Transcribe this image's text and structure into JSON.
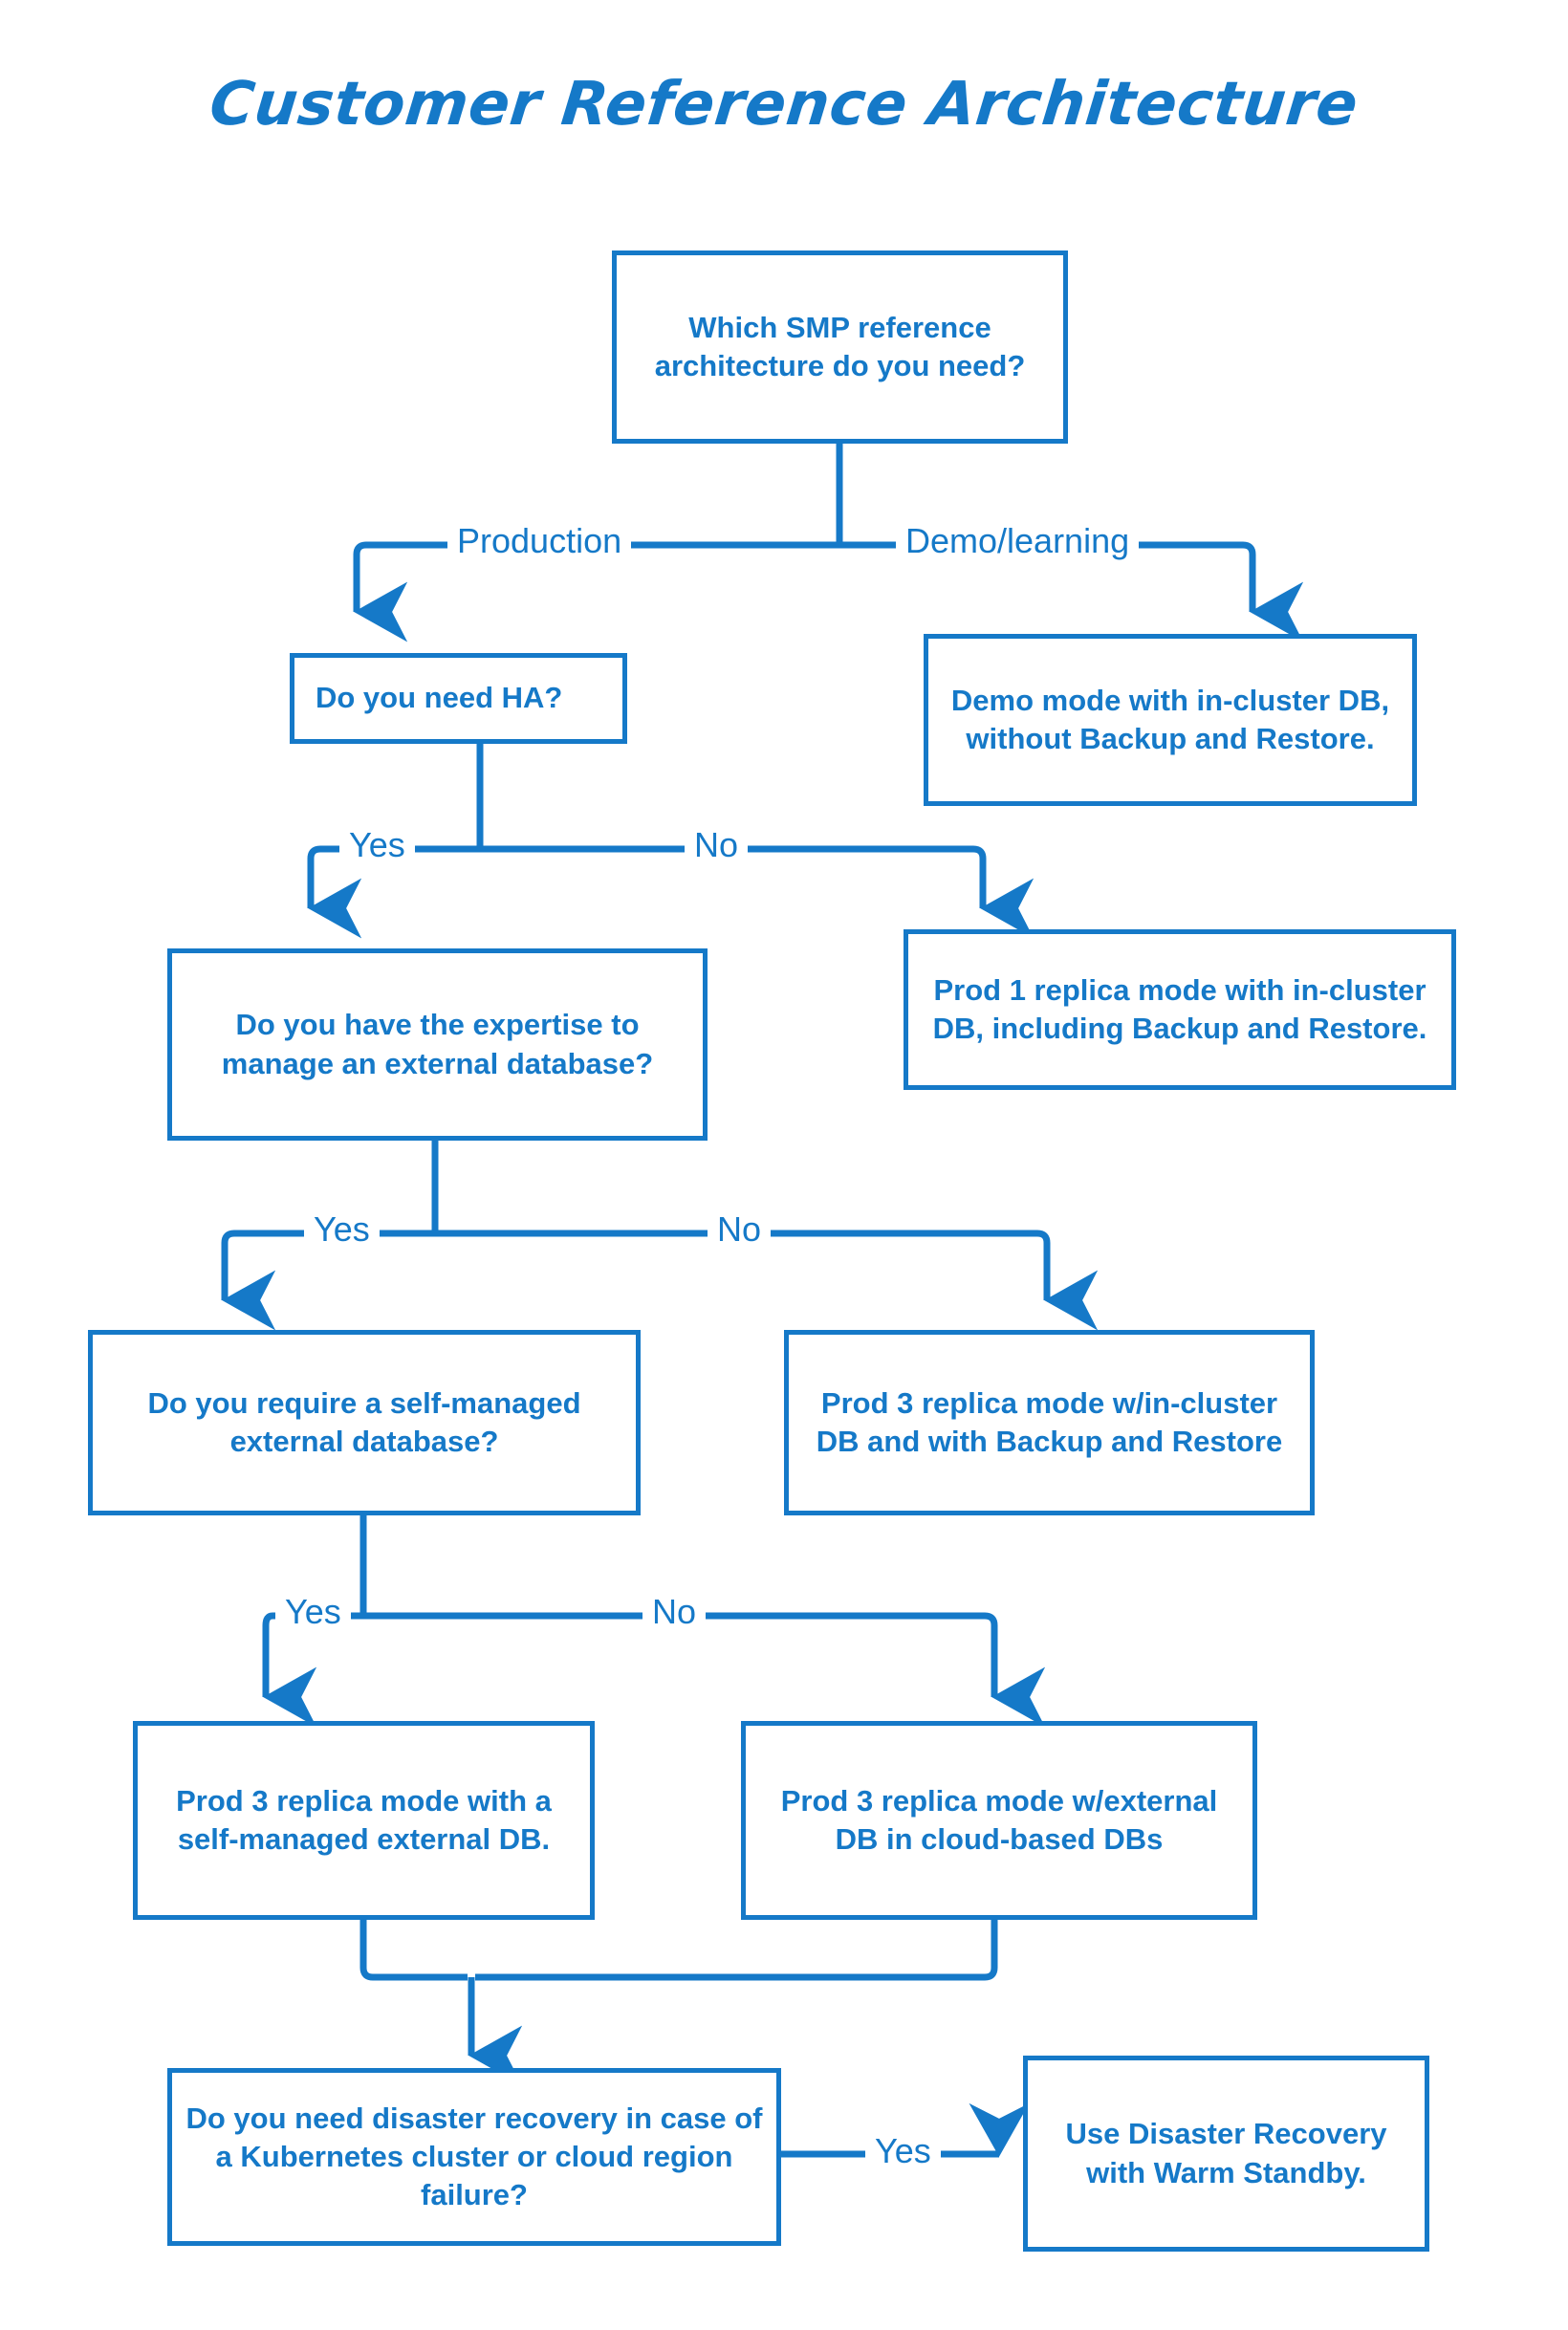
{
  "title": "Customer Reference Architecture",
  "colors": {
    "accent": "#1579C8",
    "background": "#ffffff"
  },
  "chart_data": {
    "type": "diagram",
    "diagram_type": "flowchart",
    "title": "Customer Reference Architecture",
    "nodes": [
      {
        "id": "q1",
        "kind": "decision",
        "label": "Which SMP reference architecture do you need?"
      },
      {
        "id": "demo",
        "kind": "outcome",
        "label": "Demo mode with in-cluster DB, without Backup and Restore."
      },
      {
        "id": "q2",
        "kind": "decision",
        "label": "Do you need HA?"
      },
      {
        "id": "prod1",
        "kind": "outcome",
        "label": "Prod 1 replica mode with in-cluster DB, including Backup and Restore."
      },
      {
        "id": "q3",
        "kind": "decision",
        "label": "Do you have the expertise to manage an external database?"
      },
      {
        "id": "prod3incluster",
        "kind": "outcome",
        "label": "Prod 3 replica mode w/in-cluster DB and with Backup and Restore"
      },
      {
        "id": "q4",
        "kind": "decision",
        "label": "Do you require a self-managed external database?"
      },
      {
        "id": "prod3self",
        "kind": "outcome",
        "label": "Prod 3 replica mode with a self-managed external DB."
      },
      {
        "id": "prod3cloud",
        "kind": "outcome",
        "label": "Prod 3 replica mode w/external DB in cloud-based DBs"
      },
      {
        "id": "q5",
        "kind": "decision",
        "label": "Do you need disaster recovery in case of a Kubernetes cluster or cloud region failure?"
      },
      {
        "id": "dr",
        "kind": "outcome",
        "label": "Use Disaster Recovery with Warm Standby."
      }
    ],
    "edges": [
      {
        "from": "q1",
        "to": "q2",
        "label": "Production"
      },
      {
        "from": "q1",
        "to": "demo",
        "label": "Demo/learning"
      },
      {
        "from": "q2",
        "to": "q3",
        "label": "Yes"
      },
      {
        "from": "q2",
        "to": "prod1",
        "label": "No"
      },
      {
        "from": "q3",
        "to": "q4",
        "label": "Yes"
      },
      {
        "from": "q3",
        "to": "prod3incluster",
        "label": "No"
      },
      {
        "from": "q4",
        "to": "prod3self",
        "label": "Yes"
      },
      {
        "from": "q4",
        "to": "prod3cloud",
        "label": "No"
      },
      {
        "from": "prod3self",
        "to": "q5",
        "label": ""
      },
      {
        "from": "prod3cloud",
        "to": "q5",
        "label": ""
      },
      {
        "from": "q5",
        "to": "dr",
        "label": "Yes"
      }
    ]
  },
  "nodes": {
    "q1": {
      "label": "Which SMP reference architecture do you need?"
    },
    "demo": {
      "label": "Demo mode with in-cluster DB, without Backup and Restore."
    },
    "q2": {
      "label": "Do you need HA?"
    },
    "prod1": {
      "label": "Prod 1 replica mode with in-cluster DB, including Backup and Restore."
    },
    "q3": {
      "label": "Do you have the expertise to manage an external database?"
    },
    "prod3incluster": {
      "label": "Prod 3 replica mode w/in-cluster DB and with Backup and Restore"
    },
    "q4": {
      "label": "Do you require a self-managed external database?"
    },
    "prod3self": {
      "label": "Prod 3 replica mode with a self-managed external DB."
    },
    "prod3cloud": {
      "label": "Prod 3 replica mode w/external DB in cloud-based DBs"
    },
    "q5": {
      "label": "Do you need disaster recovery in case of a Kubernetes cluster or cloud region failure?"
    },
    "dr": {
      "label": "Use Disaster Recovery with Warm Standby."
    }
  },
  "edge_labels": {
    "production": "Production",
    "demo_learning": "Demo/learning",
    "ha_yes": "Yes",
    "ha_no": "No",
    "expertise_yes": "Yes",
    "expertise_no": "No",
    "selfmanaged_yes": "Yes",
    "selfmanaged_no": "No",
    "dr_yes": "Yes"
  }
}
